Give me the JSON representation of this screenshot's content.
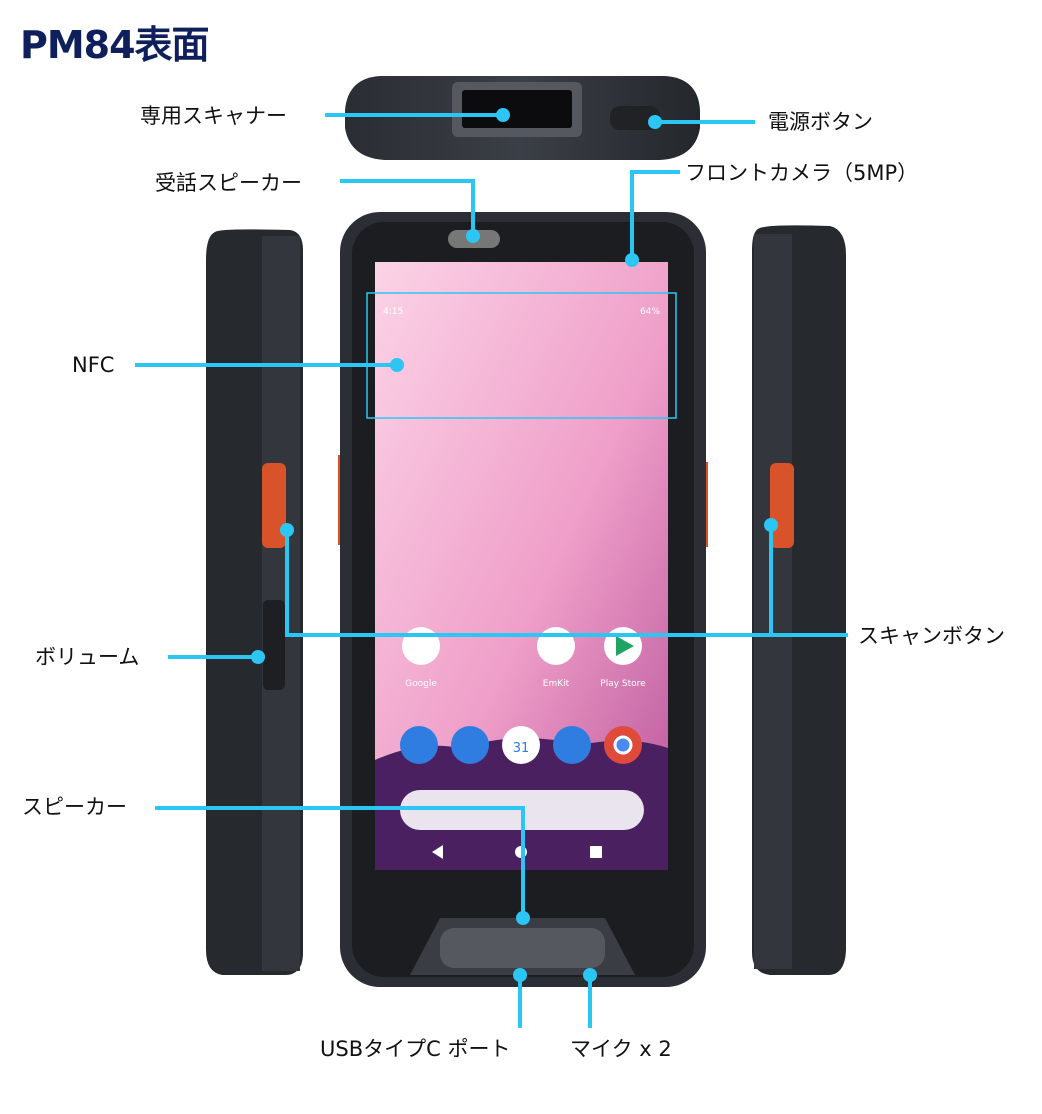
{
  "title": "PM84表面",
  "callouts": {
    "scanner": "専用スキャナー",
    "power": "電源ボタン",
    "receiver": "受話スピーカー",
    "front_camera": "フロントカメラ（5MP）",
    "nfc": "NFC",
    "scan_button": "スキャンボタン",
    "volume": "ボリューム",
    "speaker": "スピーカー",
    "usb": "USBタイプC ポート",
    "mic": "マイク x 2"
  },
  "screen": {
    "time": "4:15",
    "battery": "64%",
    "apps": [
      "Google",
      "EmKit",
      "Play Store"
    ],
    "calendar_day": "31"
  },
  "colors": {
    "accent": "#2cc6f4",
    "title": "#0f1f5c",
    "scan_button": "#d8532a"
  }
}
